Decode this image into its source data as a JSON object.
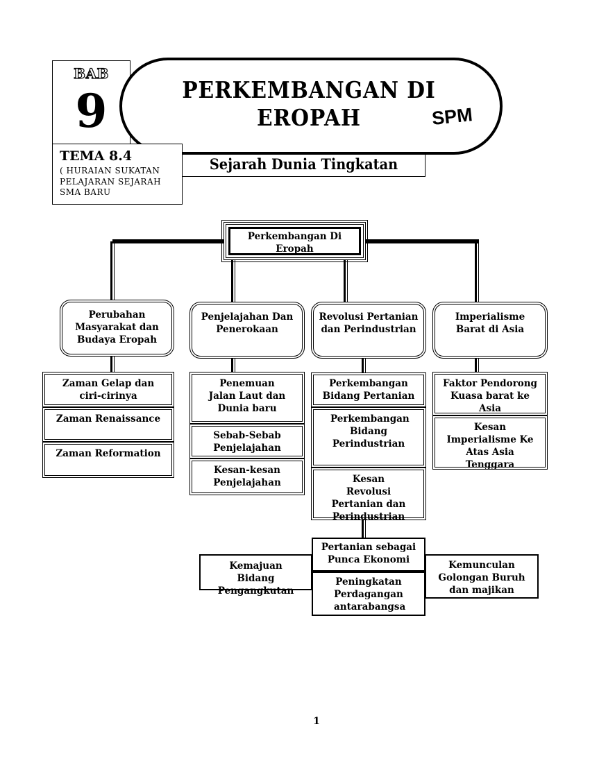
{
  "header": {
    "bab_label": "BAB",
    "bab_number": "9",
    "title_line1": "PERKEMBANGAN DI",
    "title_line2": "EROPAH",
    "spm_label": "SPM",
    "subtitle": "Sejarah Dunia Tingkatan",
    "tema_title": "TEMA 8.4",
    "tema_desc_line1": "( HURAIAN SUKATAN",
    "tema_desc_line2": "PELAJARAN SEJARAH",
    "tema_desc_line3": "SMA BARU"
  },
  "diagram": {
    "root": "Perkembangan Di Eropah",
    "categories": [
      {
        "label": "Perubahan Masyarakat dan Budaya Eropah",
        "items": [
          "Zaman Gelap dan ciri-cirinya",
          "Zaman Renaissance",
          "Zaman Reformation"
        ]
      },
      {
        "label": "Penjelajahan Dan Penerokaan",
        "items": [
          "Penemuan Jalan Laut dan Dunia baru",
          "Sebab-Sebab Penjelajahan",
          "Kesan-kesan Penjelajahan"
        ]
      },
      {
        "label": "Revolusi Pertanian dan Perindustrian",
        "items": [
          "Perkembangan Bidang Pertanian",
          "Perkembangan Bidang Perindustrian",
          "Kesan Revolusi Pertanian dan Perindustrian"
        ]
      },
      {
        "label": "Imperialisme Barat di Asia",
        "items": [
          "Faktor Pendorong Kuasa barat ke Asia",
          "Kesan Imperialisme Ke Atas Asia Tenggara"
        ]
      }
    ],
    "effects": {
      "center_top": "Pertanian sebagai Punca Ekonomi",
      "center_bottom": "Peningkatan Perdagangan antarabangsa",
      "left": "Kemajuan Bidang Pengangkutan",
      "right": "Kemunculan Golongan Buruh dan majikan"
    }
  },
  "footer": {
    "page_number": "1"
  }
}
